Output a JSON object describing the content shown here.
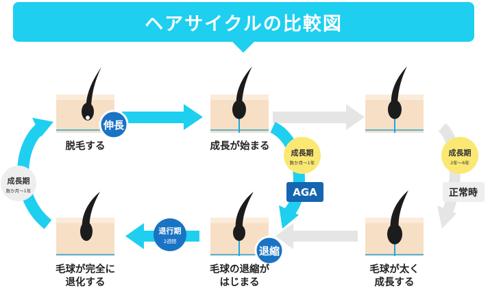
{
  "title": "ヘアサイクルの比較図",
  "stages": {
    "s1": "脱毛する",
    "s2": "成長が始まる",
    "s4_line1": "毛球が完全に",
    "s4_line2": "退化する",
    "s5_line1": "毛球の退縮が",
    "s5_line2": "はじまる",
    "s6_line1": "毛球が太く",
    "s6_line2": "成長する"
  },
  "labels": {
    "extend": "伸長",
    "shrink": "退縮",
    "aga": "AGA",
    "normal": "正常時",
    "growth_left_title": "成長期",
    "growth_left_sub": "数か月〜1年",
    "growth_aga_title": "成長期",
    "growth_aga_sub": "数か月〜1年",
    "growth_normal_title": "成長期",
    "growth_normal_sub": "2年〜6年",
    "regress_title": "退行期",
    "regress_sub": "2週間"
  },
  "colors": {
    "cyan": "#1ecff0",
    "blue_badge": "#1a73c4",
    "aga_box": "#1565b0",
    "yellow": "#fbe873",
    "gray_arrow": "#e5e5e5",
    "gray_circle": "#eeeeee",
    "skin": "#f7dfc5",
    "skin_top": "#fbebd9",
    "hair": "#1c1c1c"
  }
}
